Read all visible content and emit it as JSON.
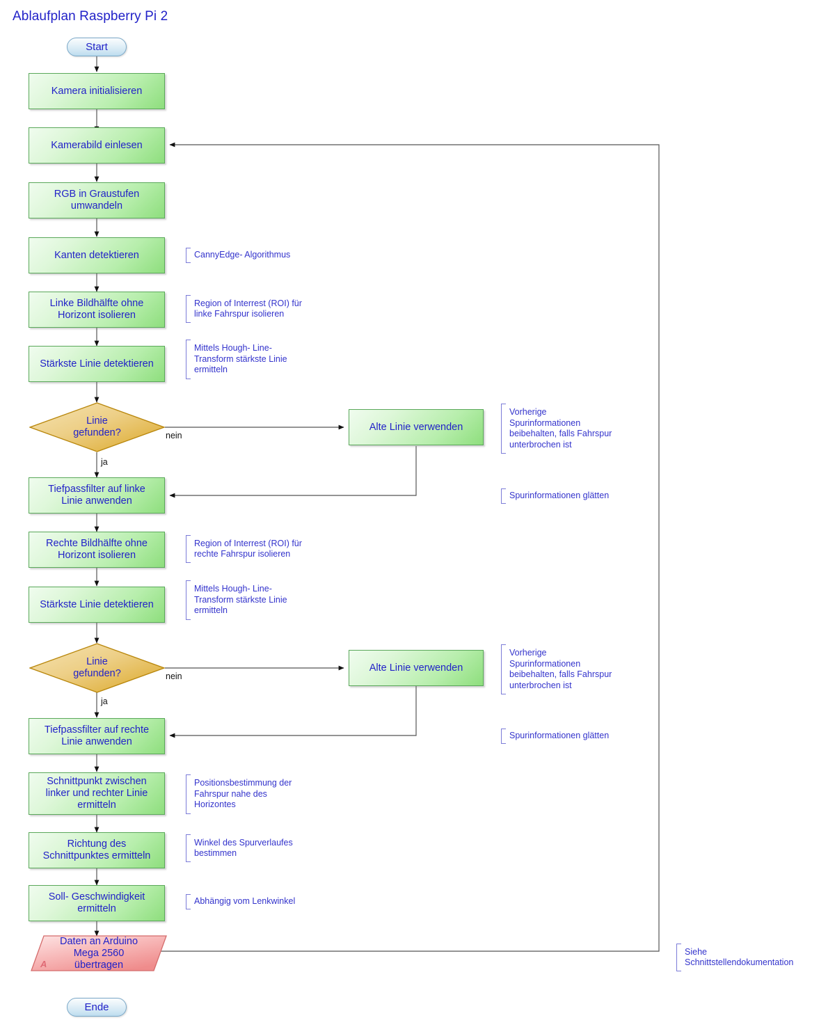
{
  "diagram": {
    "title": "Ablaufplan Raspberry Pi 2",
    "type": "flowchart",
    "colors": {
      "text": "#2222c8",
      "process_fill": "#b7eeac",
      "process_border": "#5aa85a",
      "terminator_fill": "#cfe6f3",
      "terminator_border": "#7aa8c8",
      "decision_fill": "#e8bc5a",
      "decision_border": "#b8860b",
      "io_fill": "#f2a0a0",
      "io_border": "#d46b6b",
      "annotation_text": "#3333cc",
      "annotation_bracket": "#7b7bd8",
      "connector": "#555555"
    },
    "nodes": {
      "start": "Start",
      "init_camera": "Kamera initialisieren",
      "read_image": "Kamerabild einlesen",
      "to_gray": "RGB in Graustufen\numwandeln",
      "detect_edges": "Kanten detektieren",
      "isolate_left": "Linke Bildhälfte ohne\nHorizont isolieren",
      "strongest_line_left": "Stärkste Linie detektieren",
      "decision_left": "Linie\ngefunden?",
      "old_line_left": "Alte Linie verwenden",
      "lowpass_left": "Tiefpassfilter auf linke\nLinie anwenden",
      "isolate_right": "Rechte Bildhälfte ohne\nHorizont isolieren",
      "strongest_line_right": "Stärkste Linie detektieren",
      "decision_right": "Linie\ngefunden?",
      "old_line_right": "Alte Linie verwenden",
      "lowpass_right": "Tiefpassfilter auf rechte\nLinie anwenden",
      "intersection": "Schnittpunkt zwischen\nlinker und rechter Linie\nermitteln",
      "direction": "Richtung des\nSchnittpunktes ermitteln",
      "target_speed": "Soll- Geschwindigkeit\nermitteln",
      "send_arduino": "Daten an Arduino\nMega 2560\nübertragen",
      "send_arduino_marker": "A",
      "end": "Ende"
    },
    "edge_labels": {
      "left_no": "nein",
      "left_yes": "ja",
      "right_no": "nein",
      "right_yes": "ja"
    },
    "annotations": {
      "canny": "CannyEdge- Algorithmus",
      "roi_left": "Region of Interrest (ROI) für\nlinke Fahrspur isolieren",
      "hough_left": "Mittels Hough- Line-\nTransform stärkste Linie\nermitteln",
      "keep_left": "Vorherige\nSpurinformationen\nbeibehalten, falls Fahrspur\nunterbrochen ist",
      "smooth_left": "Spurinformationen glätten",
      "roi_right": "Region of Interrest (ROI) für\nrechte Fahrspur isolieren",
      "hough_right": "Mittels Hough- Line-\nTransform stärkste Linie\nermitteln",
      "keep_right": "Vorherige\nSpurinformationen\nbeibehalten, falls Fahrspur\nunterbrochen ist",
      "smooth_right": "Spurinformationen glätten",
      "position": "Positionsbestimmung der\nFahrspur nahe des\nHorizontes",
      "angle": "Winkel des Spurverlaufes\nbestimmen",
      "speed": "Abhängig vom Lenkwinkel",
      "interface": "Siehe\nSchnittstellendokumentation"
    }
  }
}
